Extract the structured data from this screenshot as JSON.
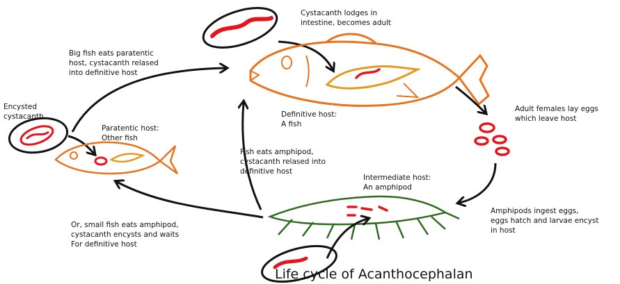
{
  "caption": "Life cycle of Acanthocephalan",
  "labels": {
    "cystacanth_adult": [
      "Cystacanth lodges in",
      "intestine, becomes adult"
    ],
    "big_fish_eats": [
      "Big fish eats paratentic",
      "host, cystacanth relased",
      "into definitive host"
    ],
    "encysted": [
      "Encysted",
      "cystacanth"
    ],
    "paratentic_host": [
      "Paratentic host:",
      "Other fish"
    ],
    "definitive_host": [
      "Definitive host:",
      "A fish"
    ],
    "adult_females": [
      "Adult females lay eggs",
      "which leave host"
    ],
    "fish_eats_amphipod": [
      "Fish eats amphipod,",
      "cystacanth relased into",
      "definitive host"
    ],
    "intermediate_host": [
      "Intermediate host:",
      "An amphipod"
    ],
    "amphipods_ingest": [
      "Amphipods ingest eggs,",
      "eggs hatch and larvae encyst",
      "in host"
    ],
    "small_fish_eats": [
      "Or, small fish eats amphipod,",
      "cystacanth encysts and waits",
      "For definitive host"
    ]
  },
  "colors": {
    "definitive_fish": "#e8731c",
    "small_fish": "#e8731c",
    "worm": "#e5151b",
    "amphipod": "#2e6b1f",
    "arrow": "#111111",
    "inner_gut": "#e39a1e"
  }
}
